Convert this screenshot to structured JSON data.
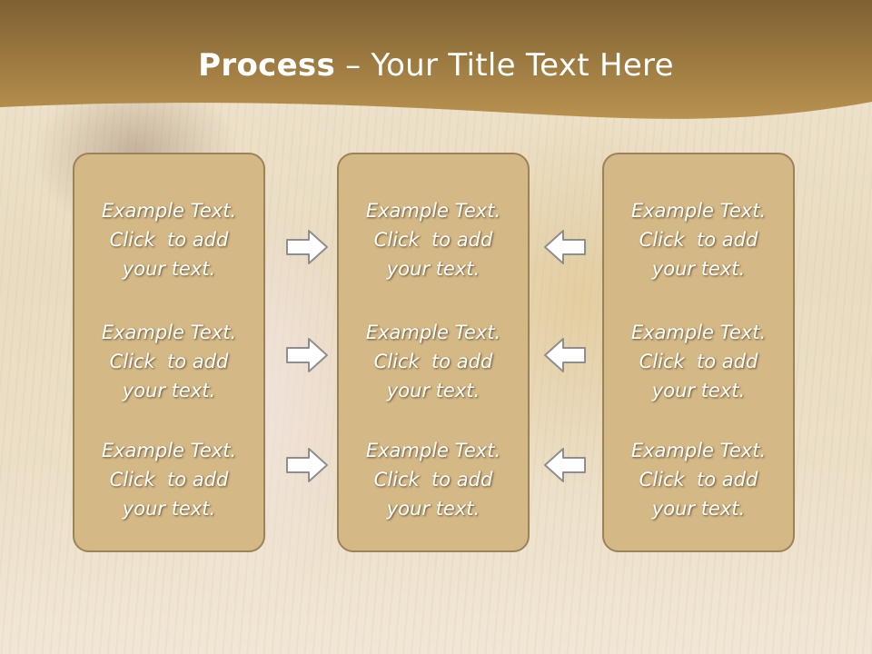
{
  "slide": {
    "title_bold": "Process",
    "title_rest": " – Your Title Text Here"
  },
  "panels": [
    {
      "blocks": [
        [
          "Example Text.",
          "Click  to add",
          "your text."
        ],
        [
          "Example Text.",
          "Click  to add",
          "your text."
        ],
        [
          "Example Text.",
          "Click  to add",
          "your text."
        ]
      ]
    },
    {
      "blocks": [
        [
          "Example Text.",
          "Click  to add",
          "your text."
        ],
        [
          "Example Text.",
          "Click  to add",
          "your text."
        ],
        [
          "Example Text.",
          "Click  to add",
          "your text."
        ]
      ]
    },
    {
      "blocks": [
        [
          "Example Text.",
          "Click  to add",
          "your text."
        ],
        [
          "Example Text.",
          "Click  to add",
          "your text."
        ],
        [
          "Example Text.",
          "Click  to add",
          "your text."
        ]
      ]
    }
  ],
  "arrows": {
    "left_column": [
      "arrow-right-icon",
      "arrow-right-icon",
      "arrow-right-icon"
    ],
    "right_column": [
      "arrow-left-icon",
      "arrow-left-icon",
      "arrow-left-icon"
    ]
  },
  "colors": {
    "header_brown": "#8a6a35",
    "header_gold": "#c09a55",
    "panel_fill": "#d4b886",
    "panel_border": "#9a8358",
    "text": "#ffffff"
  }
}
